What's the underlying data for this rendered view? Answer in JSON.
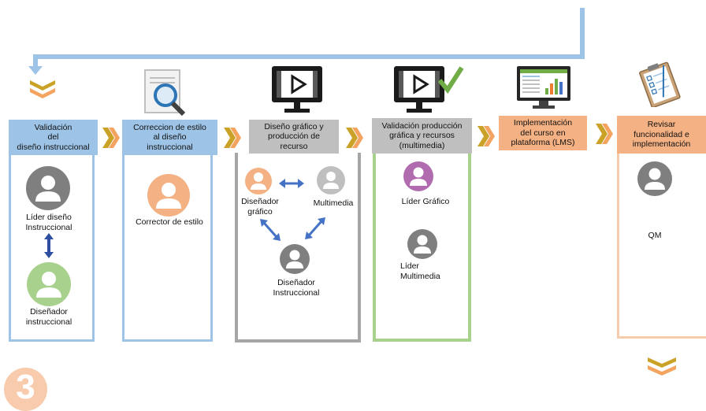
{
  "stages": [
    {
      "header": "Validación\ndel\ndiseño instruccional",
      "roles": [
        "Líder diseño\nInstruccional",
        "Diseñador\ninstruccional"
      ]
    },
    {
      "header": "Correccion de estilo\nal diseño\ninstruccional",
      "roles": [
        "Corrector de estilo"
      ]
    },
    {
      "header": "Diseño gráfico y\nproducción de\nrecurso",
      "roles": [
        "Diseñador\ngráfico",
        "Multimedia",
        "Diseñador\nInstruccional"
      ]
    },
    {
      "header": "Validación producción\ngráfica y recursos\n(multimedia)",
      "roles": [
        "Líder Gráfico",
        "Líder\nMultimedia"
      ]
    },
    {
      "header": "Implementación\ndel curso en\nplataforma (LMS)",
      "roles": []
    },
    {
      "header": "Revisar\nfuncionalidad  e\nimplementación",
      "roles": [
        "QM"
      ]
    }
  ],
  "step_number": "3",
  "colors": {
    "blue_header": "#9dc3e6",
    "gray_header": "#bfbfbf",
    "orange_header": "#f4b183",
    "green_border": "#a9d18e",
    "gray_border": "#a6a6a6",
    "orange_border": "#f8cbad",
    "flow_line": "#9dc3e6",
    "person_gray": "#7f7f7f",
    "person_orange": "#f4b183",
    "person_green": "#a9d18e",
    "person_purple": "#b16cb0",
    "person_light_gray": "#bfbfbf",
    "arrow_blue": "#4472c4",
    "chevron_gold": "#c9a227",
    "chevron_orange": "#f4a460",
    "badge_orange": "#f8cbad"
  },
  "icons": [
    "magnifier-document-icon",
    "video-monitor-icon",
    "video-monitor-check-icon",
    "spreadsheet-monitor-icon",
    "clipboard-checklist-icon"
  ]
}
